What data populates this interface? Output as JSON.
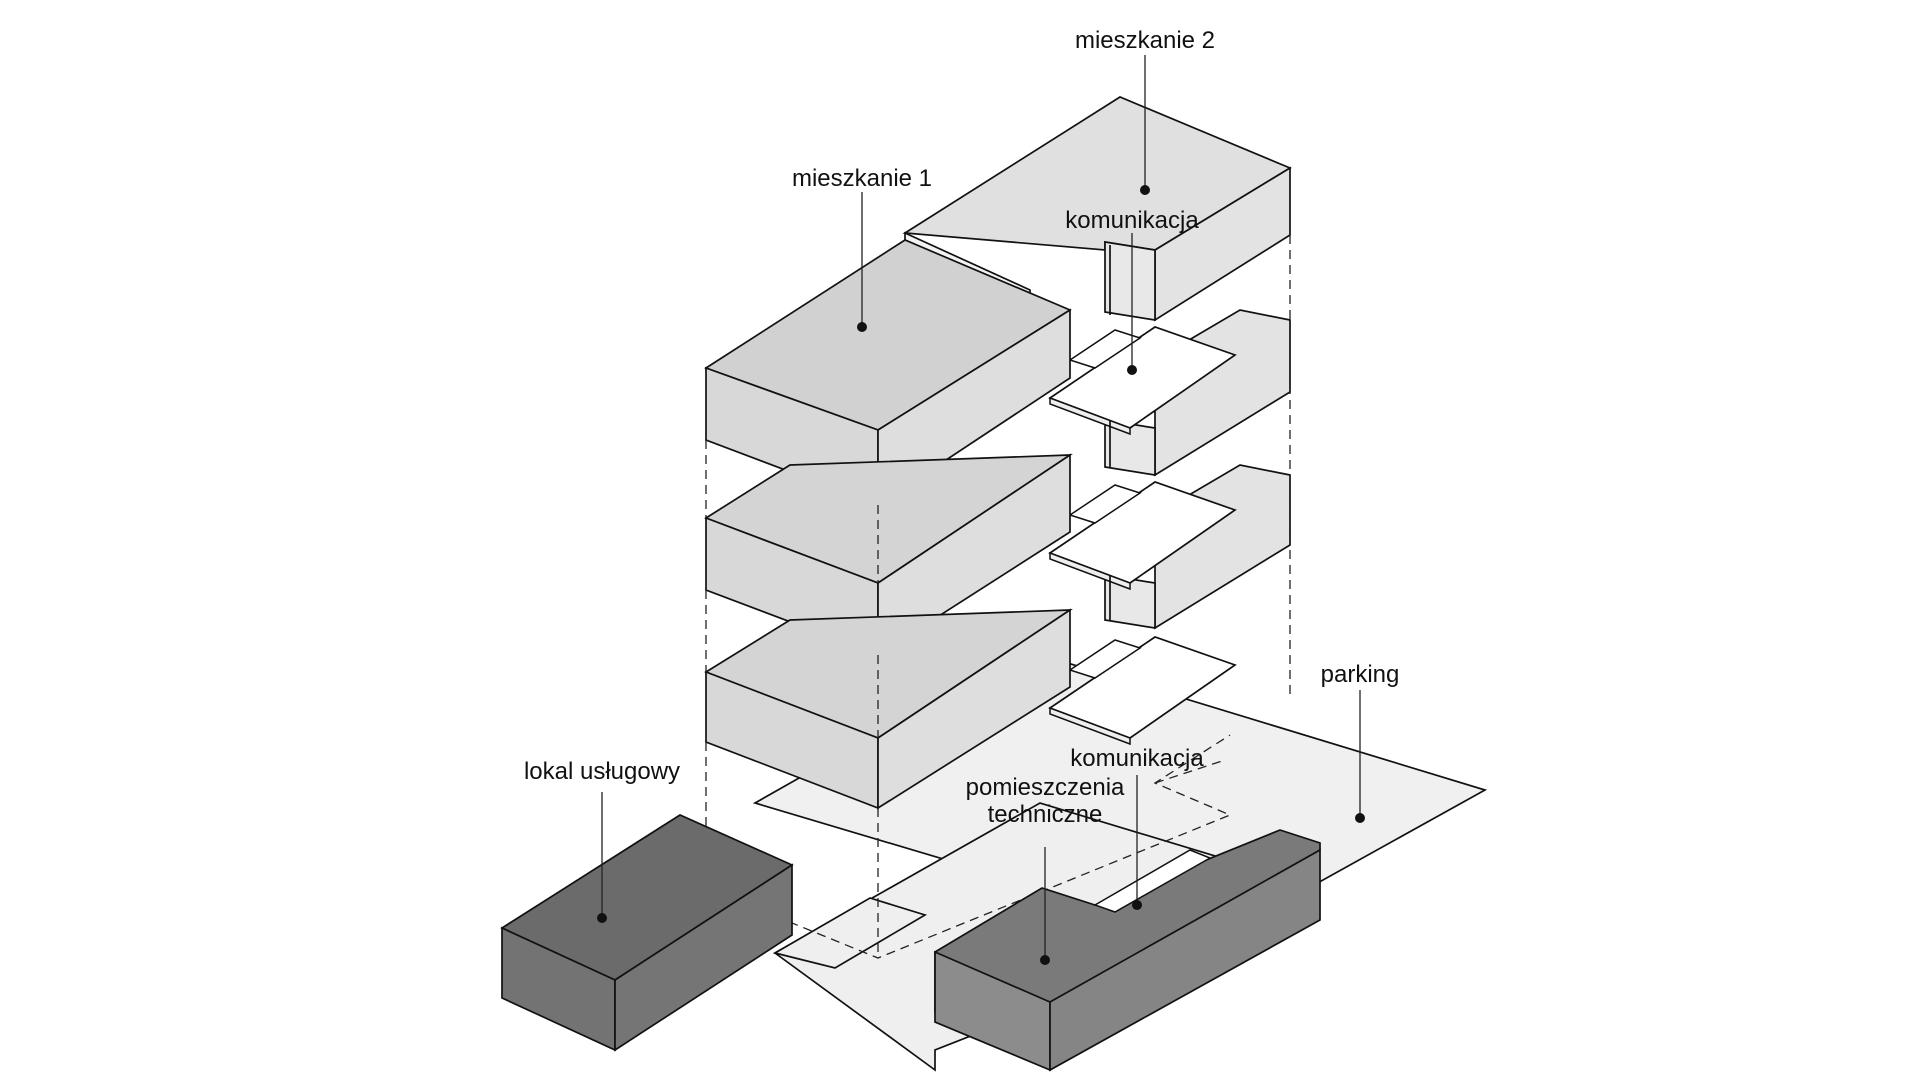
{
  "labels": {
    "mieszkanie_2": "mieszkanie 2",
    "mieszkanie_1": "mieszkanie 1",
    "komunikacja_upper": "komunikacja",
    "parking": "parking",
    "komunikacja_lower": "komunikacja",
    "pomieszczenia_line1": "pomieszczenia",
    "pomieszczenia_line2": "techniczne",
    "lokal_uslugowy": "lokal usługowy"
  },
  "colors": {
    "upper_blocks_top": "#d6d6d6",
    "upper_blocks_side": "#e2e2e2",
    "upper_blocks_front": "#dadada",
    "base_plate": "#f0f0f0",
    "core_slabs": "#ffffff",
    "technical_top": "#7c7c7c",
    "technical_side": "#8a8a8a",
    "service_top": "#6b6b6b",
    "service_side": "#727272",
    "outline": "#111111"
  }
}
